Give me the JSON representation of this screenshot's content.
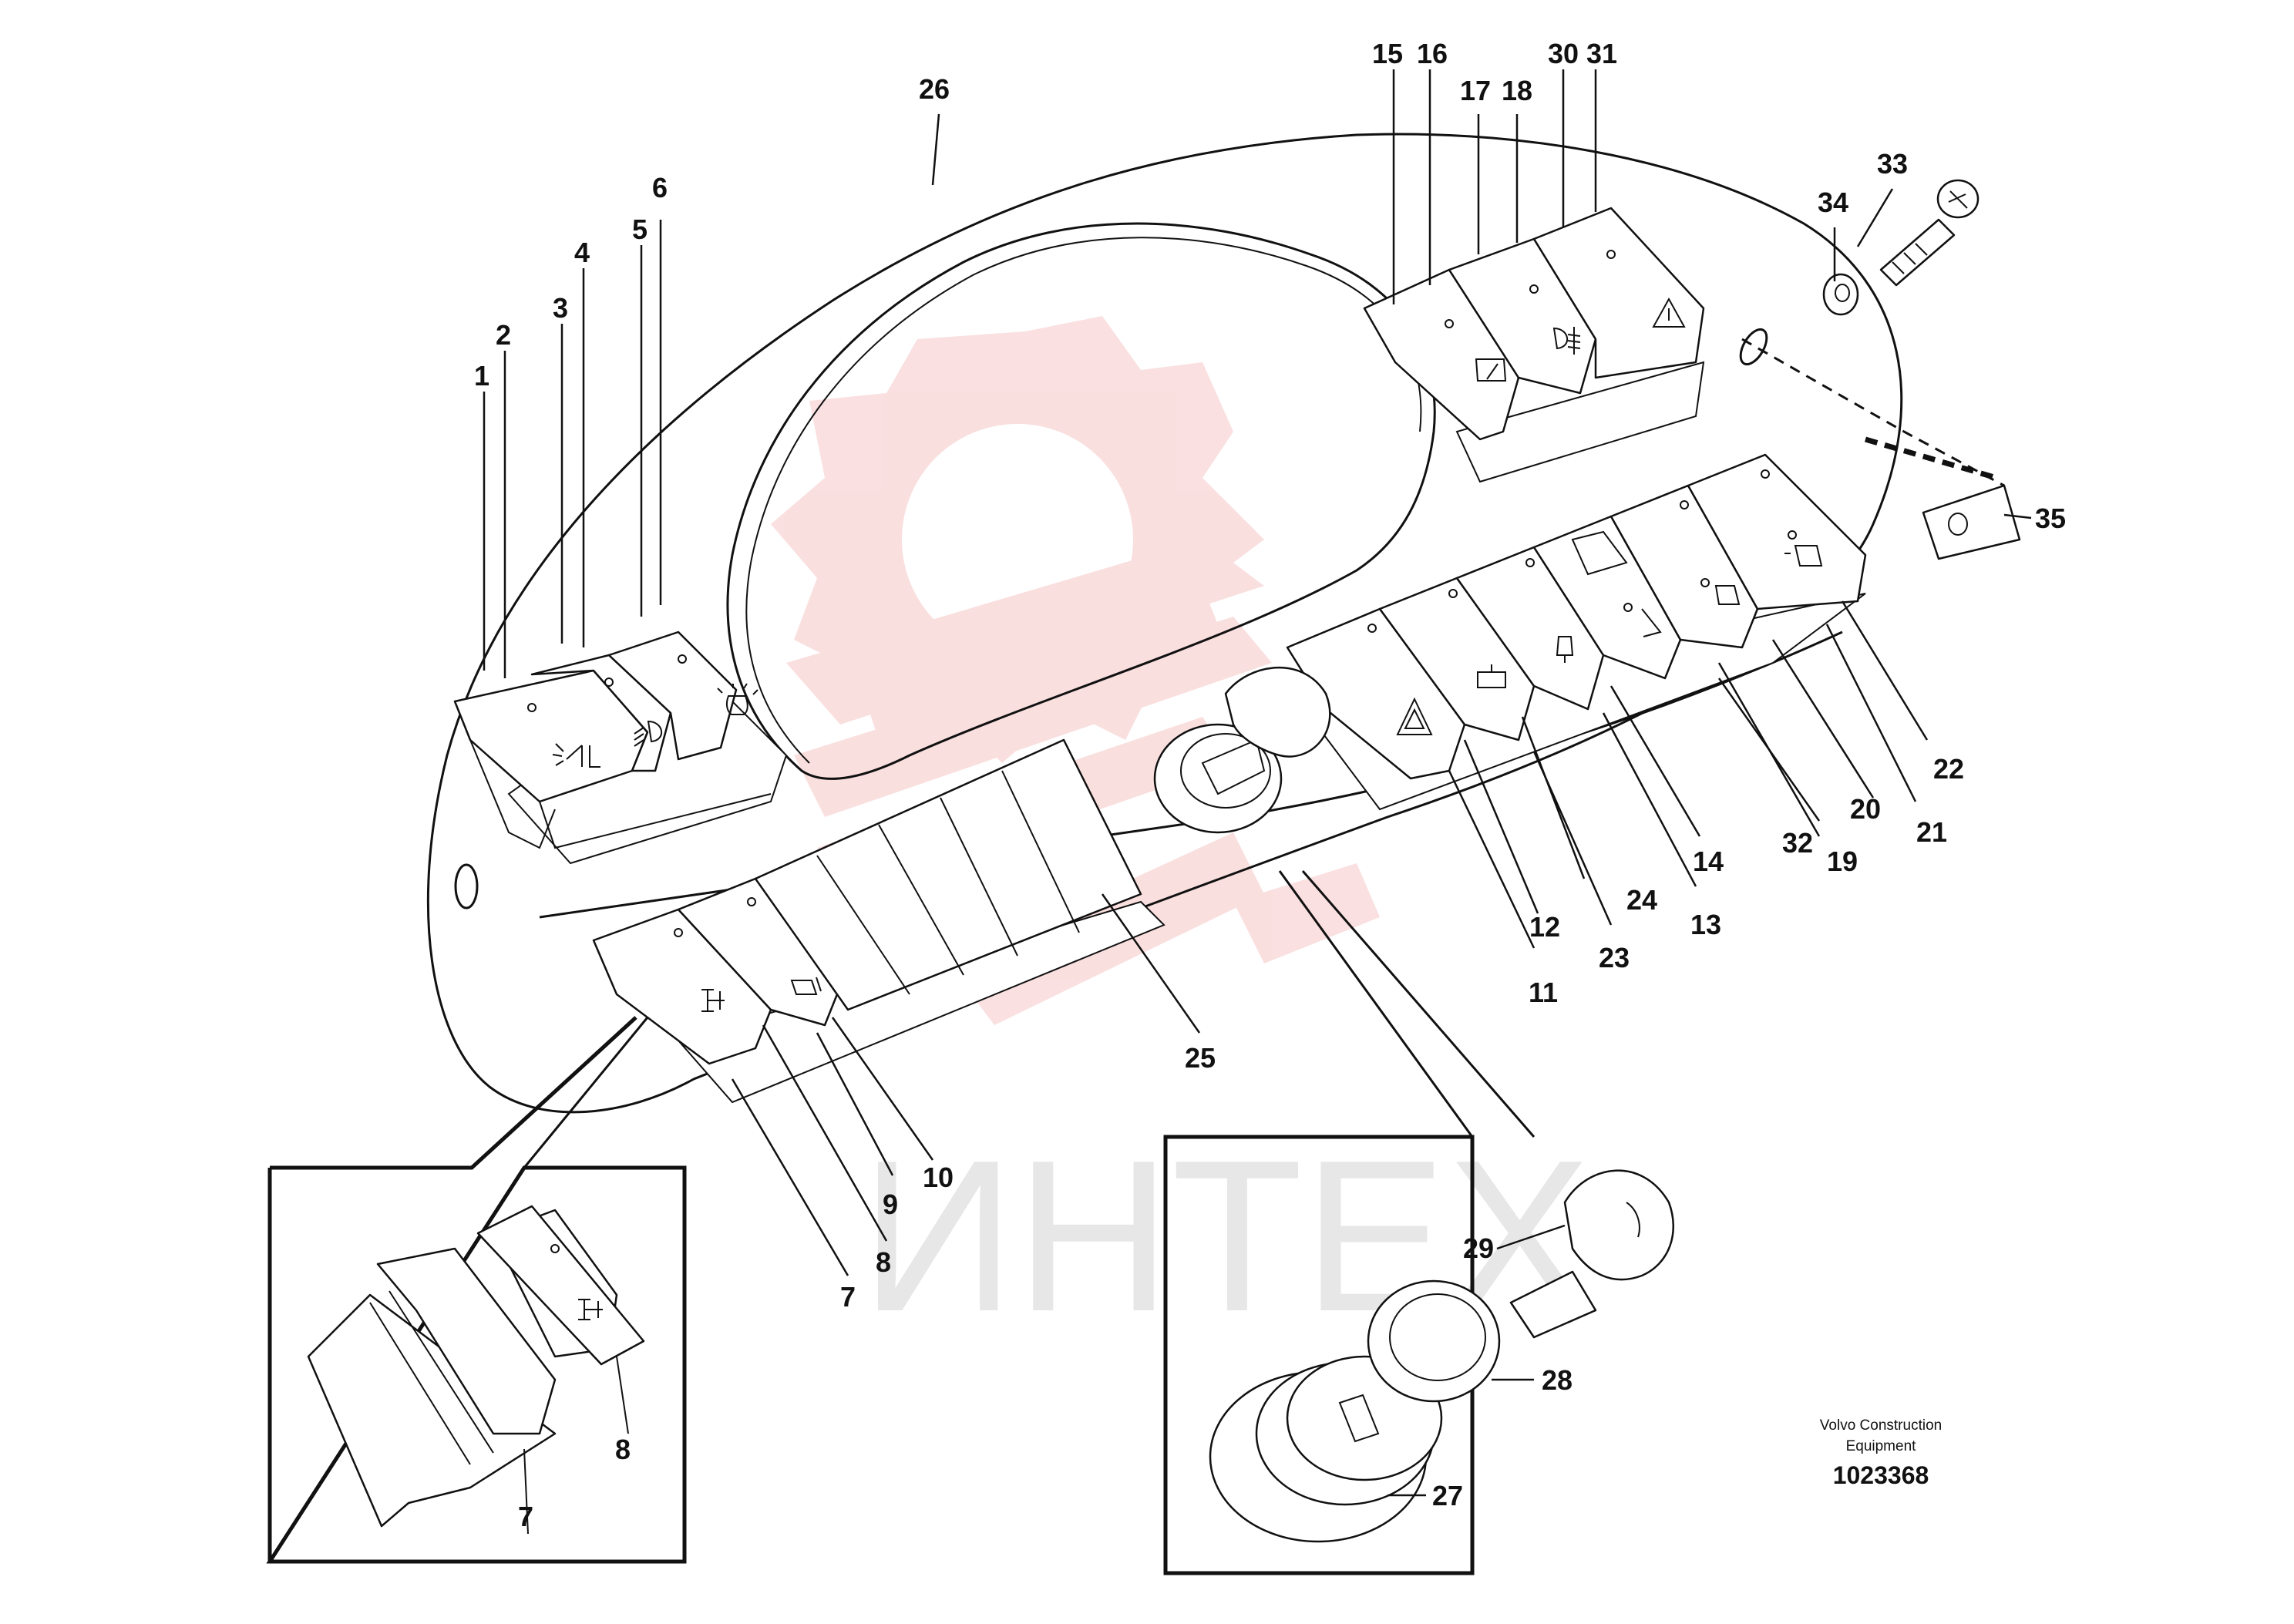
{
  "watermark": {
    "text": "ИНТЕХ",
    "color": "#e24040"
  },
  "credit": {
    "line1": "Volvo Construction",
    "line2": "Equipment",
    "drawing_number": "1023368"
  },
  "callouts": {
    "c1": "1",
    "c2": "2",
    "c3": "3",
    "c4": "4",
    "c5": "5",
    "c6": "6",
    "c7": "7",
    "c8": "8",
    "c9": "9",
    "c10": "10",
    "c11": "11",
    "c12": "12",
    "c13": "13",
    "c14": "14",
    "c15": "15",
    "c16": "16",
    "c17": "17",
    "c18": "18",
    "c19": "19",
    "c20": "20",
    "c21": "21",
    "c22": "22",
    "c23": "23",
    "c24": "24",
    "c25": "25",
    "c26": "26",
    "c27": "27",
    "c28": "28",
    "c29": "29",
    "c30": "30",
    "c31": "31",
    "c32": "32",
    "c33": "33",
    "c34": "34",
    "c35": "35",
    "inset7": "7",
    "inset8": "8"
  },
  "icons": [
    "work-light-icon",
    "headlight-icon",
    "beacon-icon",
    "hazard-triangle-icon",
    "wiper-icon",
    "fog-light-icon",
    "warning-icon",
    "axle-lock-icon",
    "seat-icon",
    "key-icon",
    "screw-icon",
    "washer-icon",
    "clip-nut-icon"
  ]
}
